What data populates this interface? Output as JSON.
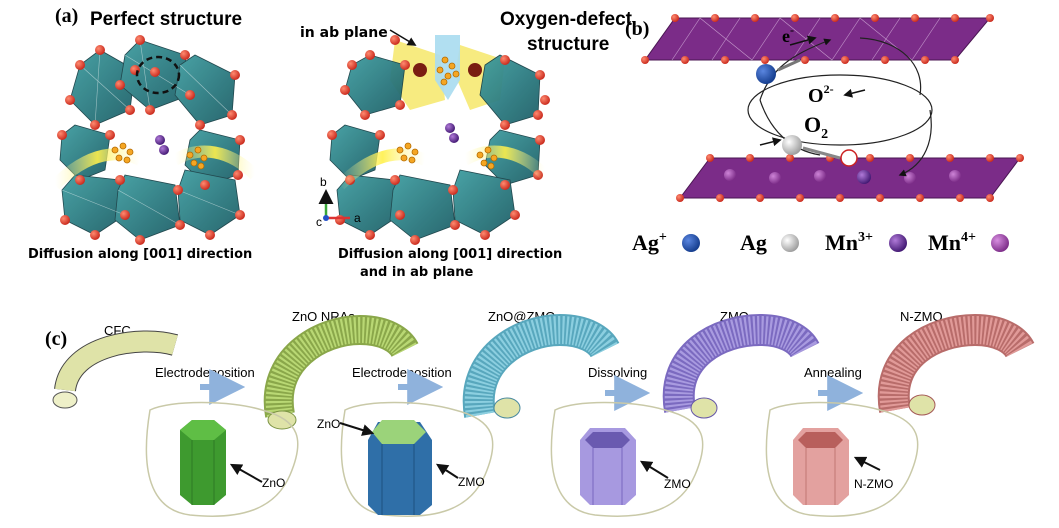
{
  "panel_a": {
    "label": "(a)",
    "left_title": "Perfect structure",
    "left_caption": "Diffusion along [001] direction",
    "right_note": "in ab plane",
    "right_title_line1": "Oxygen-defect",
    "right_title_line2": "structure",
    "right_caption_line1": "Diffusion along [001] direction",
    "right_caption_line2": "and in ab plane",
    "axis_b": "b",
    "axis_c": "c",
    "axis_a": "a"
  },
  "panel_b": {
    "label": "(b)",
    "electron": "e",
    "electron_sup": "-",
    "o2minus": "O",
    "o2minus_sup": "2-",
    "o2": "O",
    "o2_sub": "2",
    "legend": [
      {
        "name": "Ag",
        "sup": "+",
        "color": "#1f4fa8"
      },
      {
        "name": "Ag",
        "sup": "",
        "color": "#e8e8e8"
      },
      {
        "name": "Mn",
        "sup": "3+",
        "color": "#5b2a8c"
      },
      {
        "name": "Mn",
        "sup": "4+",
        "color": "#9a3fa8"
      }
    ]
  },
  "panel_c": {
    "label": "(c)",
    "stages": [
      "CFC",
      "ZnO NRAs",
      "ZnO@ZMO",
      "ZMO",
      "N-ZMO"
    ],
    "steps": [
      "Electrodeposition",
      "Electrodeposition",
      "Dissolving",
      "Annealing"
    ],
    "insets": {
      "znO": "ZnO",
      "core": "ZnO",
      "shell": "ZMO",
      "zmo": "ZMO",
      "nzmo": "N-ZMO"
    },
    "colors": {
      "cfc": "#dfe3a8",
      "zno": "#b9d874",
      "znozmo": "#8ccfe0",
      "zmo": "#a99be0",
      "nzmo": "#e19a98",
      "arrow": "#8fb2dc"
    }
  }
}
